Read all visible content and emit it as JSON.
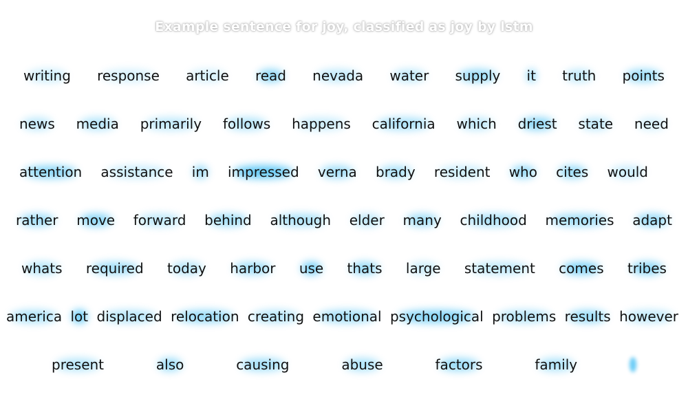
{
  "title": "Example sentence for joy, classified as joy by lstm",
  "highlight_color": "#00a8f0",
  "rows": [
    {
      "words": [
        {
          "text": "writing",
          "weight": 0.25
        },
        {
          "text": "response",
          "weight": 0.2
        },
        {
          "text": "article",
          "weight": 0.2
        },
        {
          "text": "read",
          "weight": 0.55
        },
        {
          "text": "nevada",
          "weight": 0.3
        },
        {
          "text": "water",
          "weight": 0.3
        },
        {
          "text": "supply",
          "weight": 0.5
        },
        {
          "text": "it",
          "weight": 0.65
        },
        {
          "text": "truth",
          "weight": 0.3
        },
        {
          "text": "points",
          "weight": 0.5
        }
      ]
    },
    {
      "words": [
        {
          "text": "news",
          "weight": 0.3
        },
        {
          "text": "media",
          "weight": 0.35
        },
        {
          "text": "primarily",
          "weight": 0.3
        },
        {
          "text": "follows",
          "weight": 0.35
        },
        {
          "text": "happens",
          "weight": 0.25
        },
        {
          "text": "california",
          "weight": 0.4
        },
        {
          "text": "which",
          "weight": 0.3
        },
        {
          "text": "driest",
          "weight": 0.55
        },
        {
          "text": "state",
          "weight": 0.3
        },
        {
          "text": "need",
          "weight": 0.2
        }
      ]
    },
    {
      "words": [
        {
          "text": "attention",
          "weight": 0.55
        },
        {
          "text": "assistance",
          "weight": 0.25
        },
        {
          "text": "im",
          "weight": 0.5
        },
        {
          "text": "impressed",
          "weight": 0.75
        },
        {
          "text": "verna",
          "weight": 0.45
        },
        {
          "text": "brady",
          "weight": 0.4
        },
        {
          "text": "resident",
          "weight": 0.25
        },
        {
          "text": "who",
          "weight": 0.5
        },
        {
          "text": "cites",
          "weight": 0.5
        },
        {
          "text": "would",
          "weight": 0.25
        }
      ]
    },
    {
      "words": [
        {
          "text": "rather",
          "weight": 0.45
        },
        {
          "text": "move",
          "weight": 0.55
        },
        {
          "text": "forward",
          "weight": 0.3
        },
        {
          "text": "behind",
          "weight": 0.45
        },
        {
          "text": "although",
          "weight": 0.4
        },
        {
          "text": "elder",
          "weight": 0.3
        },
        {
          "text": "many",
          "weight": 0.45
        },
        {
          "text": "childhood",
          "weight": 0.4
        },
        {
          "text": "memories",
          "weight": 0.45
        },
        {
          "text": "adapt",
          "weight": 0.5
        }
      ]
    },
    {
      "words": [
        {
          "text": "whats",
          "weight": 0.35
        },
        {
          "text": "required",
          "weight": 0.45
        },
        {
          "text": "today",
          "weight": 0.35
        },
        {
          "text": "harbor",
          "weight": 0.45
        },
        {
          "text": "use",
          "weight": 0.65
        },
        {
          "text": "thats",
          "weight": 0.5
        },
        {
          "text": "large",
          "weight": 0.25
        },
        {
          "text": "statement",
          "weight": 0.3
        },
        {
          "text": "comes",
          "weight": 0.6
        },
        {
          "text": "tribes",
          "weight": 0.55
        }
      ]
    },
    {
      "words": [
        {
          "text": "america",
          "weight": 0.4
        },
        {
          "text": "lot",
          "weight": 0.8
        },
        {
          "text": "displaced",
          "weight": 0.35
        },
        {
          "text": "relocation",
          "weight": 0.5
        },
        {
          "text": "creating",
          "weight": 0.35
        },
        {
          "text": "emotional",
          "weight": 0.45
        },
        {
          "text": "psychological",
          "weight": 0.6
        },
        {
          "text": "problems",
          "weight": 0.35
        },
        {
          "text": "results",
          "weight": 0.5
        },
        {
          "text": "however",
          "weight": 0.3
        }
      ]
    },
    {
      "words": [
        {
          "text": "present",
          "weight": 0.35
        },
        {
          "text": "also",
          "weight": 0.5
        },
        {
          "text": "causing",
          "weight": 0.45
        },
        {
          "text": "abuse",
          "weight": 0.4
        },
        {
          "text": "factors",
          "weight": 0.5
        },
        {
          "text": "family",
          "weight": 0.4
        },
        {
          "text": "",
          "weight": 0.7
        }
      ]
    }
  ]
}
